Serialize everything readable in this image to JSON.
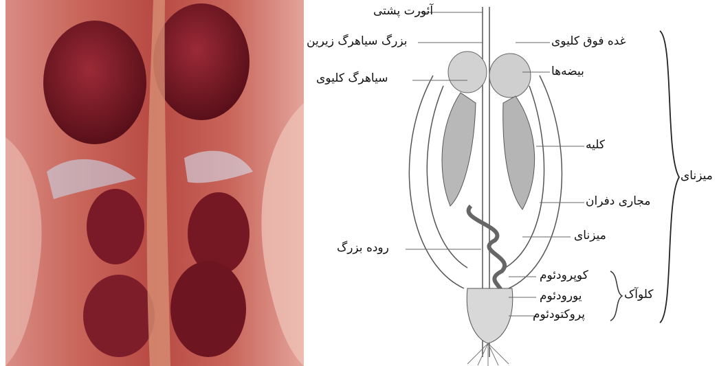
{
  "labels": {
    "dorsal_aorta": "آئورت پشتی",
    "posterior_vena_cava": "بزرگ سیاهرگ زیرین",
    "renal_vein": "سیاهرگ کلیوی",
    "adrenal_gland": "غده فوق کلیوی",
    "testes": "بیضه‌ها",
    "kidney": "کلیه",
    "vas_deferens": "مجاری دفران",
    "ureter": "میزنای",
    "large_intestine": "روده بزرگ",
    "coprodeum": "کوپرودئوم",
    "urodeum": "یورودئوم",
    "proctodeum": "پروکتودئوم",
    "cloaca_group": "کلوآک",
    "ureter_group": "میزنای"
  },
  "colors": {
    "photo_base": "#c9685a",
    "organ_dark": "#6b1220",
    "drawing_ink": "#555555"
  },
  "icons": {
    "cloaca_brace": "curly-brace",
    "ureter_brace": "curly-brace"
  }
}
